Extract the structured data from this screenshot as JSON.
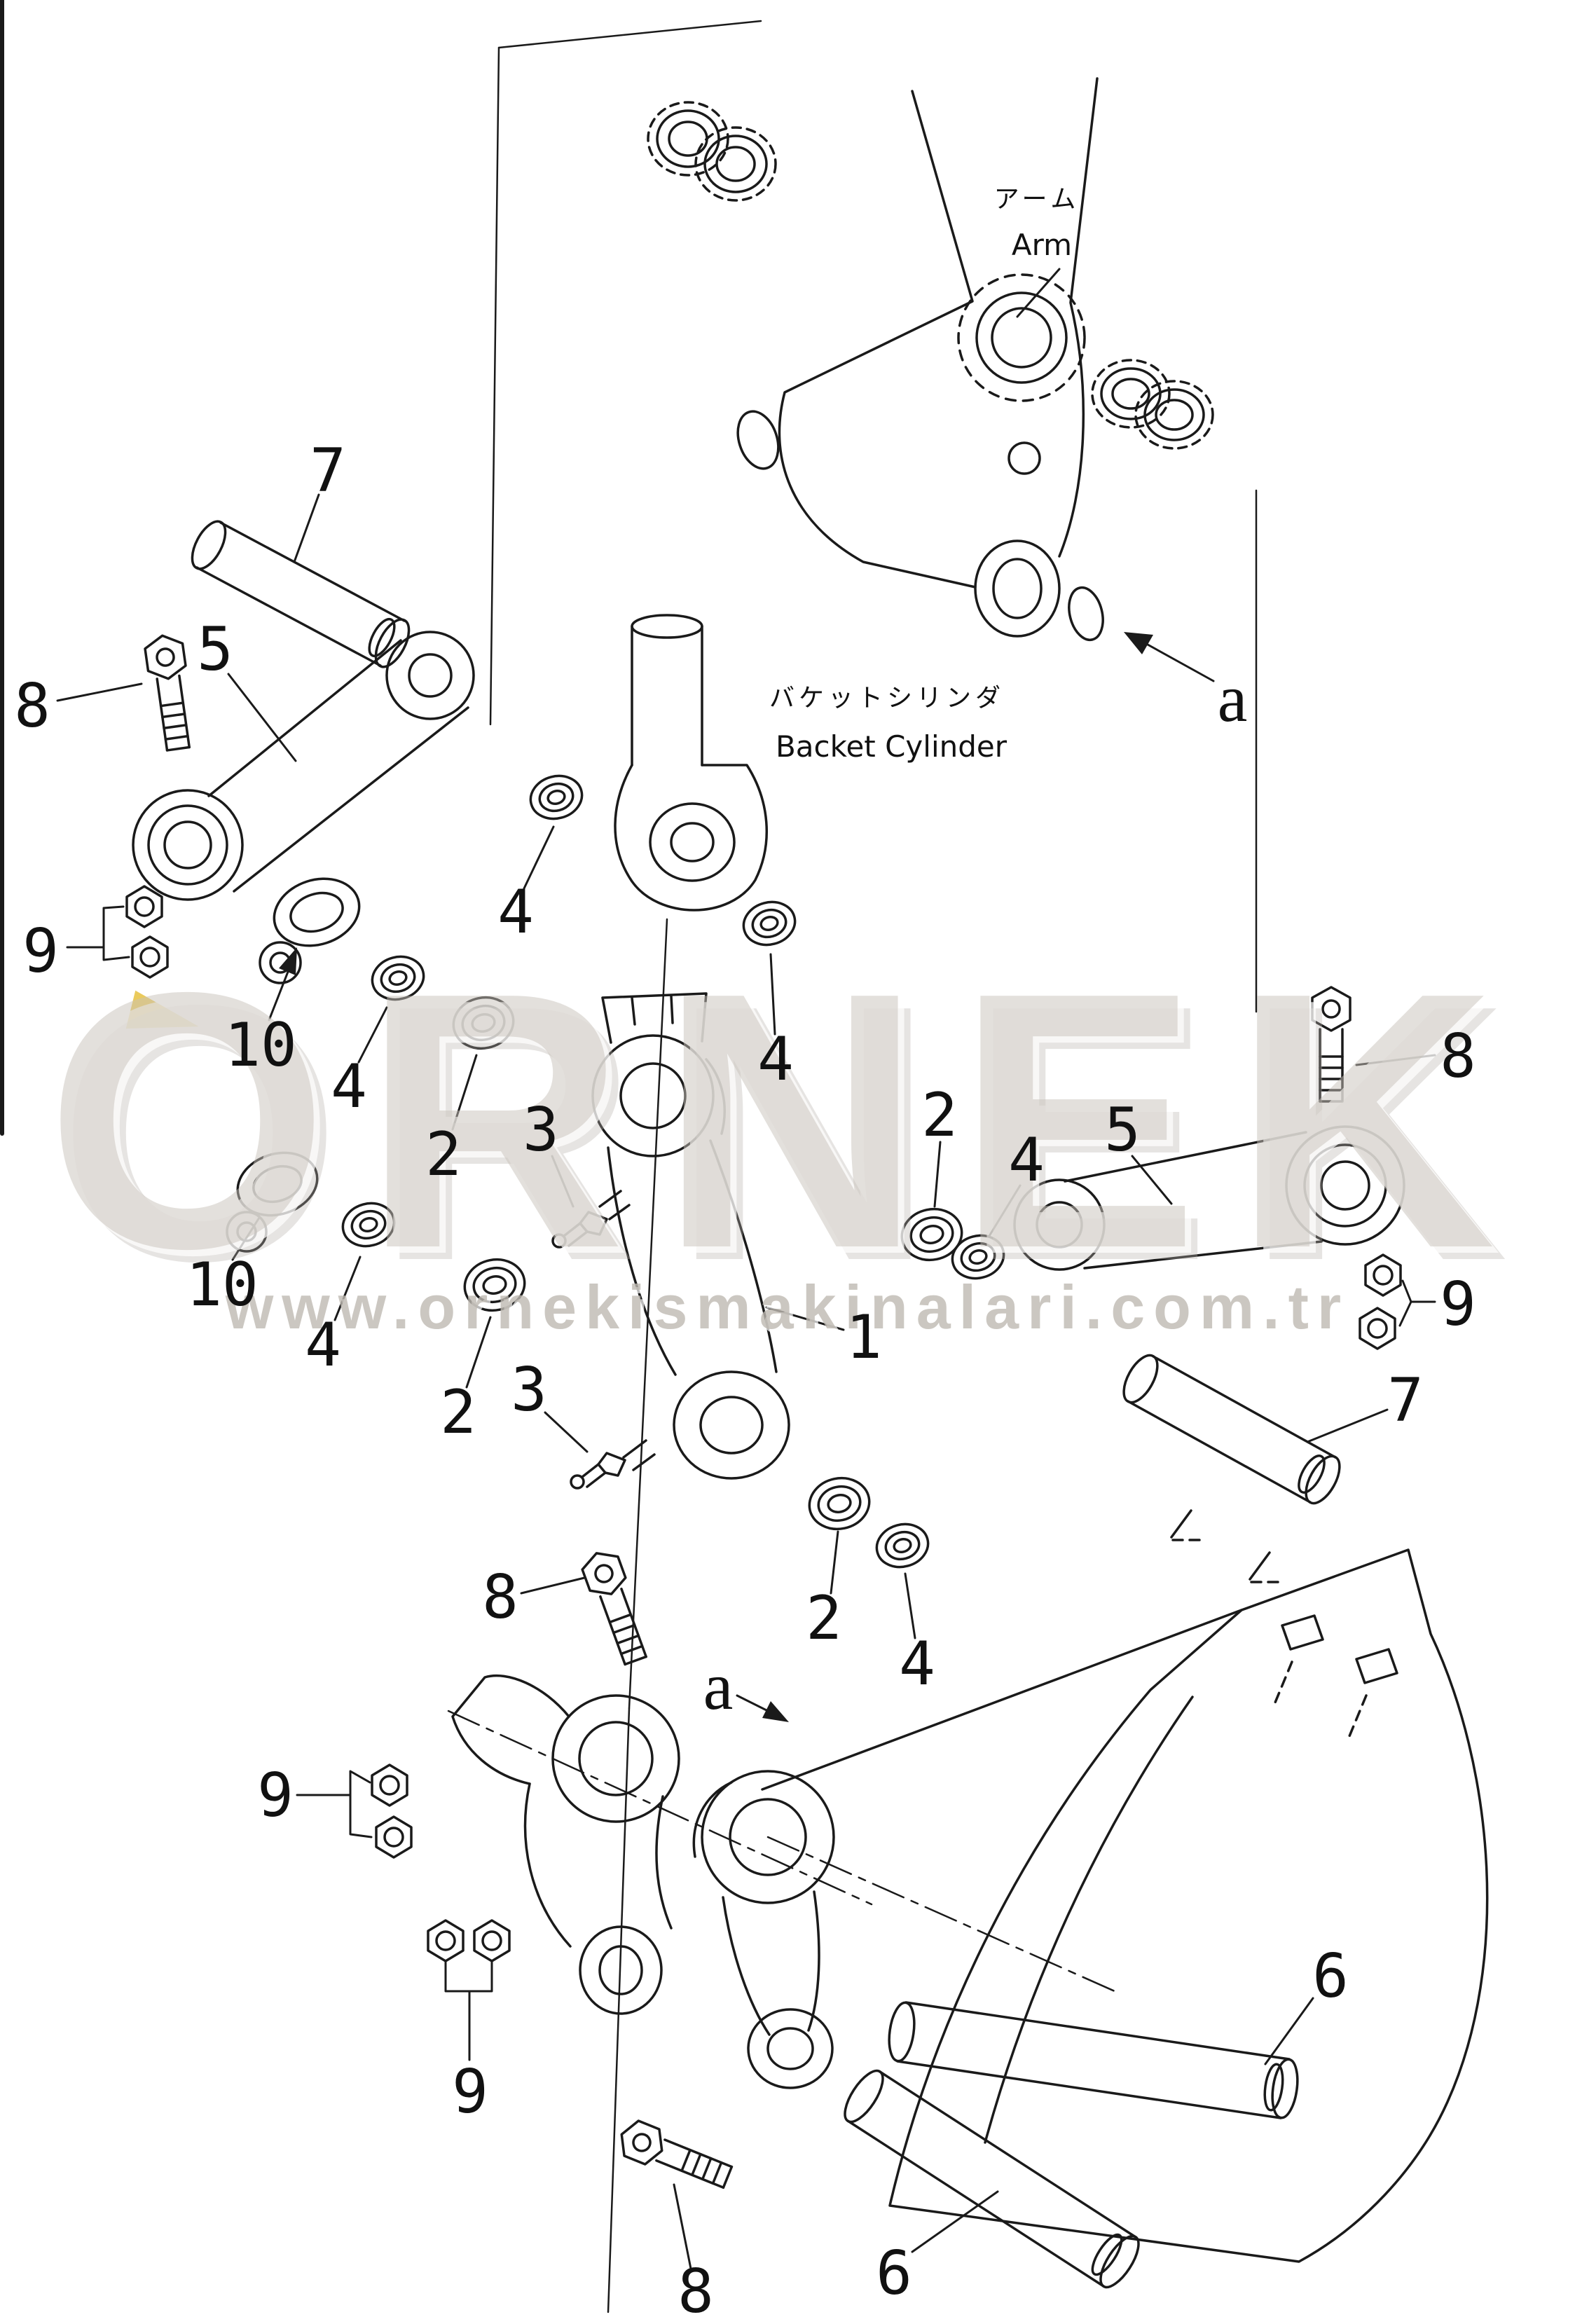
{
  "labels": {
    "arm_jp": "アーム",
    "arm_en": "Arm",
    "bucket_cylinder_jp": "バケットシリンダ",
    "bucket_cylinder_en": "Backet Cylinder"
  },
  "refs": {
    "a_top": "a",
    "a_mid": "a"
  },
  "callouts": {
    "pin7_left": "7",
    "bolt8_left": "8",
    "link5_left": "5",
    "nuts9_left": "9",
    "ring10_upper": "10",
    "seal4_top": "4",
    "seal4_left": "4",
    "bush2_left": "2",
    "fitting3_upper": "3",
    "seal4_cyl": "4",
    "ring10_lower": "10",
    "seal4_lower_left": "4",
    "bush2_lower_left": "2",
    "fitting3_lower": "3",
    "link1": "1",
    "bush2_right": "2",
    "seal4_right": "4",
    "link5_right": "5",
    "bolt8_right": "8",
    "nuts9_right": "9",
    "pin7_right": "7",
    "bush2_bottom": "2",
    "seal4_bottom": "4",
    "bolt8_mid": "8",
    "nuts9_bracket_upper": "9",
    "nuts9_bracket_lower": "9",
    "pin6_upper": "6",
    "pin6_lower": "6",
    "bolt8_bottom": "8"
  },
  "watermark": {
    "brand": "ORNEK",
    "url": "www.ornekismakinalari.com.tr"
  },
  "colors": {
    "line": "#1a1a1a",
    "background": "#ffffff",
    "watermark_gray": "#c7c2ba",
    "watermark_yellow": "#e8c44a"
  }
}
